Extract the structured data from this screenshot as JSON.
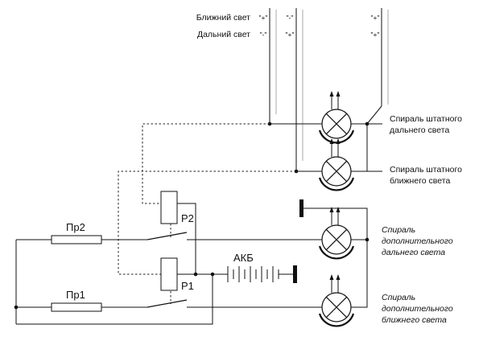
{
  "switch_table": {
    "rows": [
      {
        "label": "Ближний свет",
        "states": [
          "\"+\"",
          "\"-\"",
          "\"+\""
        ]
      },
      {
        "label": "Дальний свет",
        "states": [
          "\"-\"",
          "\"+\"",
          "\"+\""
        ]
      }
    ]
  },
  "relays": {
    "p2": "Р2",
    "p1": "Р1"
  },
  "fuses": {
    "pr2": "Пр2",
    "pr1": "Пр1"
  },
  "battery": {
    "label": "АКБ"
  },
  "lamps": {
    "std_high": [
      "Спираль штатного",
      "дальнего света"
    ],
    "std_low": [
      "Спираль штатного",
      "ближнего света"
    ],
    "add_high": [
      "Спираль",
      "дополнительного",
      "дальнего света"
    ],
    "add_low": [
      "Спираль",
      "дополнительного",
      "ближнего света"
    ]
  }
}
